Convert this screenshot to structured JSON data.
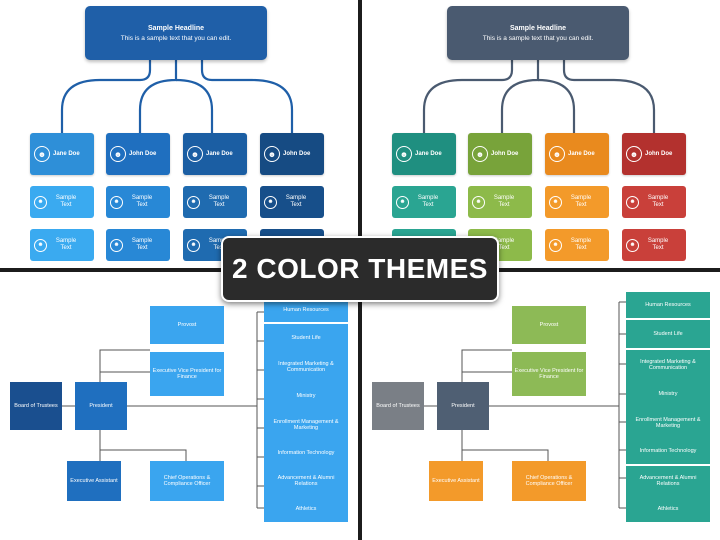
{
  "headline": {
    "title": "Sample Headline",
    "subtitle": "This is a sample text that you can edit."
  },
  "person_names": [
    "Jane Doe",
    "John Doe",
    "Jane Doe",
    "John Doe"
  ],
  "sample_text": "Sample Text",
  "org": {
    "board": "Board of Trustees",
    "president": "President",
    "provost": "Provost",
    "evp_finance": "Executive Vice President for Finance",
    "exec_assistant": "Executive Assistant",
    "chief_ops": "Chief Operations & Compliance Officer",
    "departments": [
      "Human Resources",
      "Student Life",
      "Integrated Marketing & Communication",
      "Ministry",
      "Enrollment Management & Marketing",
      "Information Technology",
      "Advancement & Alumni Relations",
      "Athletics"
    ]
  },
  "banner": "2 COLOR THEMES",
  "themes": {
    "blue": {
      "head": "#1f5fa8",
      "connector": "#1f5fa8",
      "cols": [
        "#2e8fd8",
        "#1f6fbf",
        "#1b5ea3",
        "#164b83"
      ],
      "small": [
        "#3aaaf0",
        "#2888d6",
        "#1f6bb0",
        "#174f8a"
      ],
      "org_light": "#3aa5ef",
      "org_mid": "#1f6fbf",
      "org_dark": "#1a4f8f"
    },
    "multi": {
      "head": "#4a5a70",
      "connector": "#4a5a70",
      "cols": [
        "#1f8f80",
        "#78a33a",
        "#e98a1e",
        "#b3312e"
      ],
      "small": [
        "#2aa592",
        "#8dba4a",
        "#f39a2a",
        "#c9403a"
      ],
      "org_light": "#8dba56",
      "org_mid": "#f39a2a",
      "org_dark": "#4f5f73",
      "org_right": "#2aa592"
    }
  }
}
